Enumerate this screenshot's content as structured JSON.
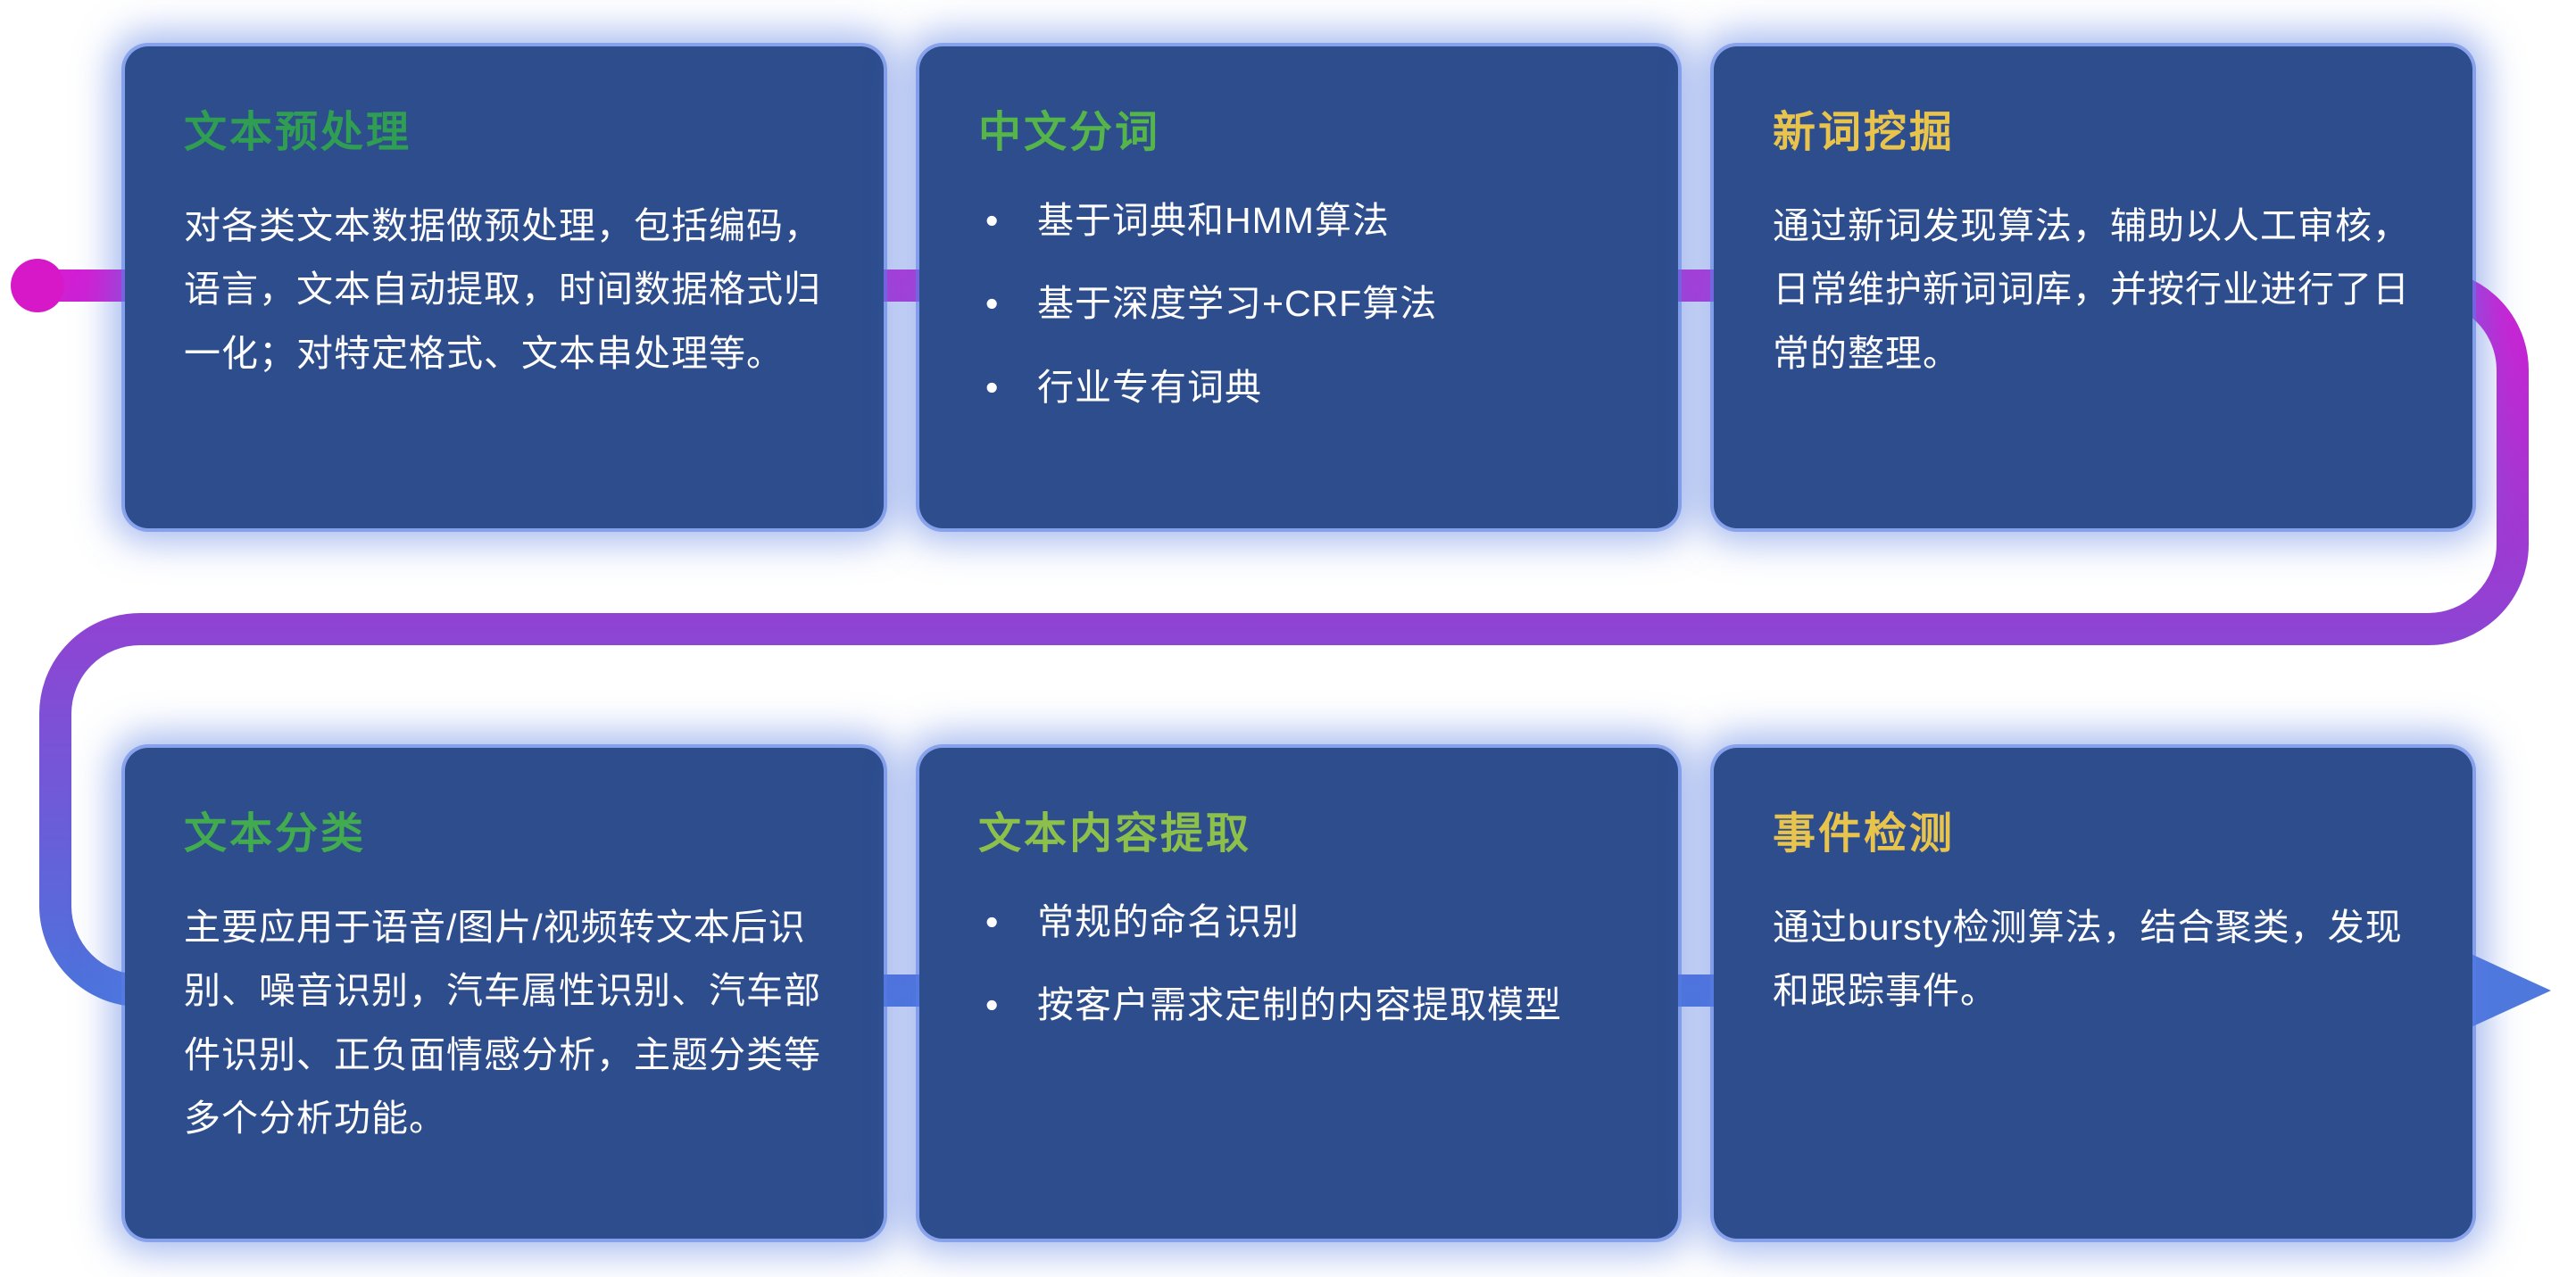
{
  "flow": {
    "type": "s-curve-pipeline",
    "gradient": [
      "#d41ed4",
      "#9440d2",
      "#4b74dc"
    ],
    "start_marker": "magenta-dot",
    "end_marker": "blue-right-arrow"
  },
  "colors": {
    "card_background": "#2d4d8d",
    "card_glow": "#547ae2",
    "body_text": "#ffffff",
    "accent_green": "#35a04f",
    "accent_light_green": "#8cc04a",
    "accent_yellow": "#e9c44d"
  },
  "cards": [
    {
      "title": "文本预处理",
      "title_style": "color:#2f9e52",
      "body": "对各类文本数据做预处理，包括编码，语言，文本自动提取，时间数据格式归一化；对特定格式、文本串处理等。",
      "bullets": []
    },
    {
      "title": "中文分词",
      "title_style": "color:#55b54a",
      "body": "",
      "bullets": [
        "基于词典和HMM算法",
        "基于深度学习+CRF算法",
        "行业专有词典"
      ]
    },
    {
      "title": "新词挖掘",
      "title_style": "color:#e9c44d",
      "body": "通过新词发现算法，辅助以人工审核，日常维护新词词库，并按行业进行了日常的整理。",
      "bullets": []
    },
    {
      "title": "文本分类",
      "title_style": "color:#42ab4f",
      "body": "主要应用于语音/图片/视频转文本后识别、噪音识别，汽车属性识别、汽车部件识别、正负面情感分析，主题分类等多个分析功能。",
      "bullets": []
    },
    {
      "title": "文本内容提取",
      "title_style": "color:#8cc04a",
      "body": "",
      "bullets": [
        "常规的命名识别",
        "按客户需求定制的内容提取模型"
      ]
    },
    {
      "title": "事件检测",
      "title_style": "color:#e9c44d",
      "body": "通过bursty检测算法，结合聚类，发现和跟踪事件。",
      "bullets": []
    }
  ]
}
